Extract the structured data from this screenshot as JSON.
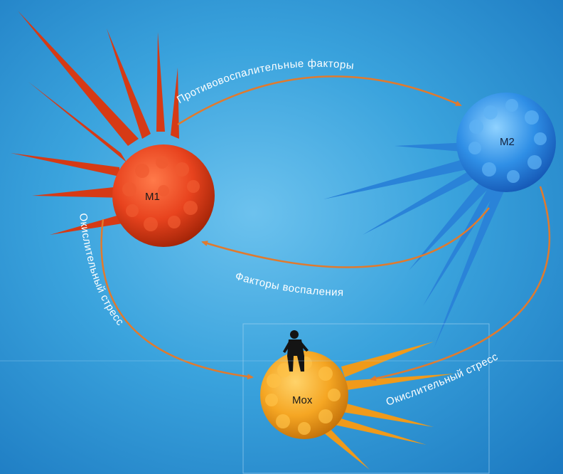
{
  "cells": {
    "m1": "M1",
    "m2": "M2",
    "mox": "Mox"
  },
  "arrows": {
    "m1_to_m2": "Противовоспалительные факторы",
    "m2_to_m1": "Факторы воспаления",
    "m1_to_mox": "Окислительный стресс",
    "m2_to_mox": "Окислительный стресс"
  },
  "colors": {
    "background": "#3aa3dd",
    "m1_cell": "#e8431e",
    "m2_cell": "#2f8fe6",
    "mox_cell": "#f5a623",
    "arrow": "#e07a2e"
  }
}
